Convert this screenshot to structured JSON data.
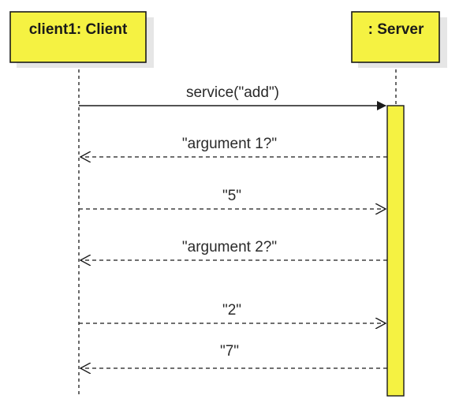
{
  "participants": [
    {
      "label": "client1: Client"
    },
    {
      "label": ": Server"
    }
  ],
  "messages": [
    {
      "label": "service(\"add\")",
      "from": 0,
      "to": 1,
      "kind": "sync"
    },
    {
      "label": "\"argument 1?\"",
      "from": 1,
      "to": 0,
      "kind": "return"
    },
    {
      "label": "\"5\"",
      "from": 0,
      "to": 1,
      "kind": "return"
    },
    {
      "label": "\"argument 2?\"",
      "from": 1,
      "to": 0,
      "kind": "return"
    },
    {
      "label": "\"2\"",
      "from": 0,
      "to": 1,
      "kind": "return"
    },
    {
      "label": "\"7\"",
      "from": 1,
      "to": 0,
      "kind": "return"
    }
  ],
  "colors": {
    "box_fill": "#f5f242",
    "activation_fill": "#f5f242",
    "stroke": "#1a1a1a",
    "shadow": "#e6e6e6"
  }
}
